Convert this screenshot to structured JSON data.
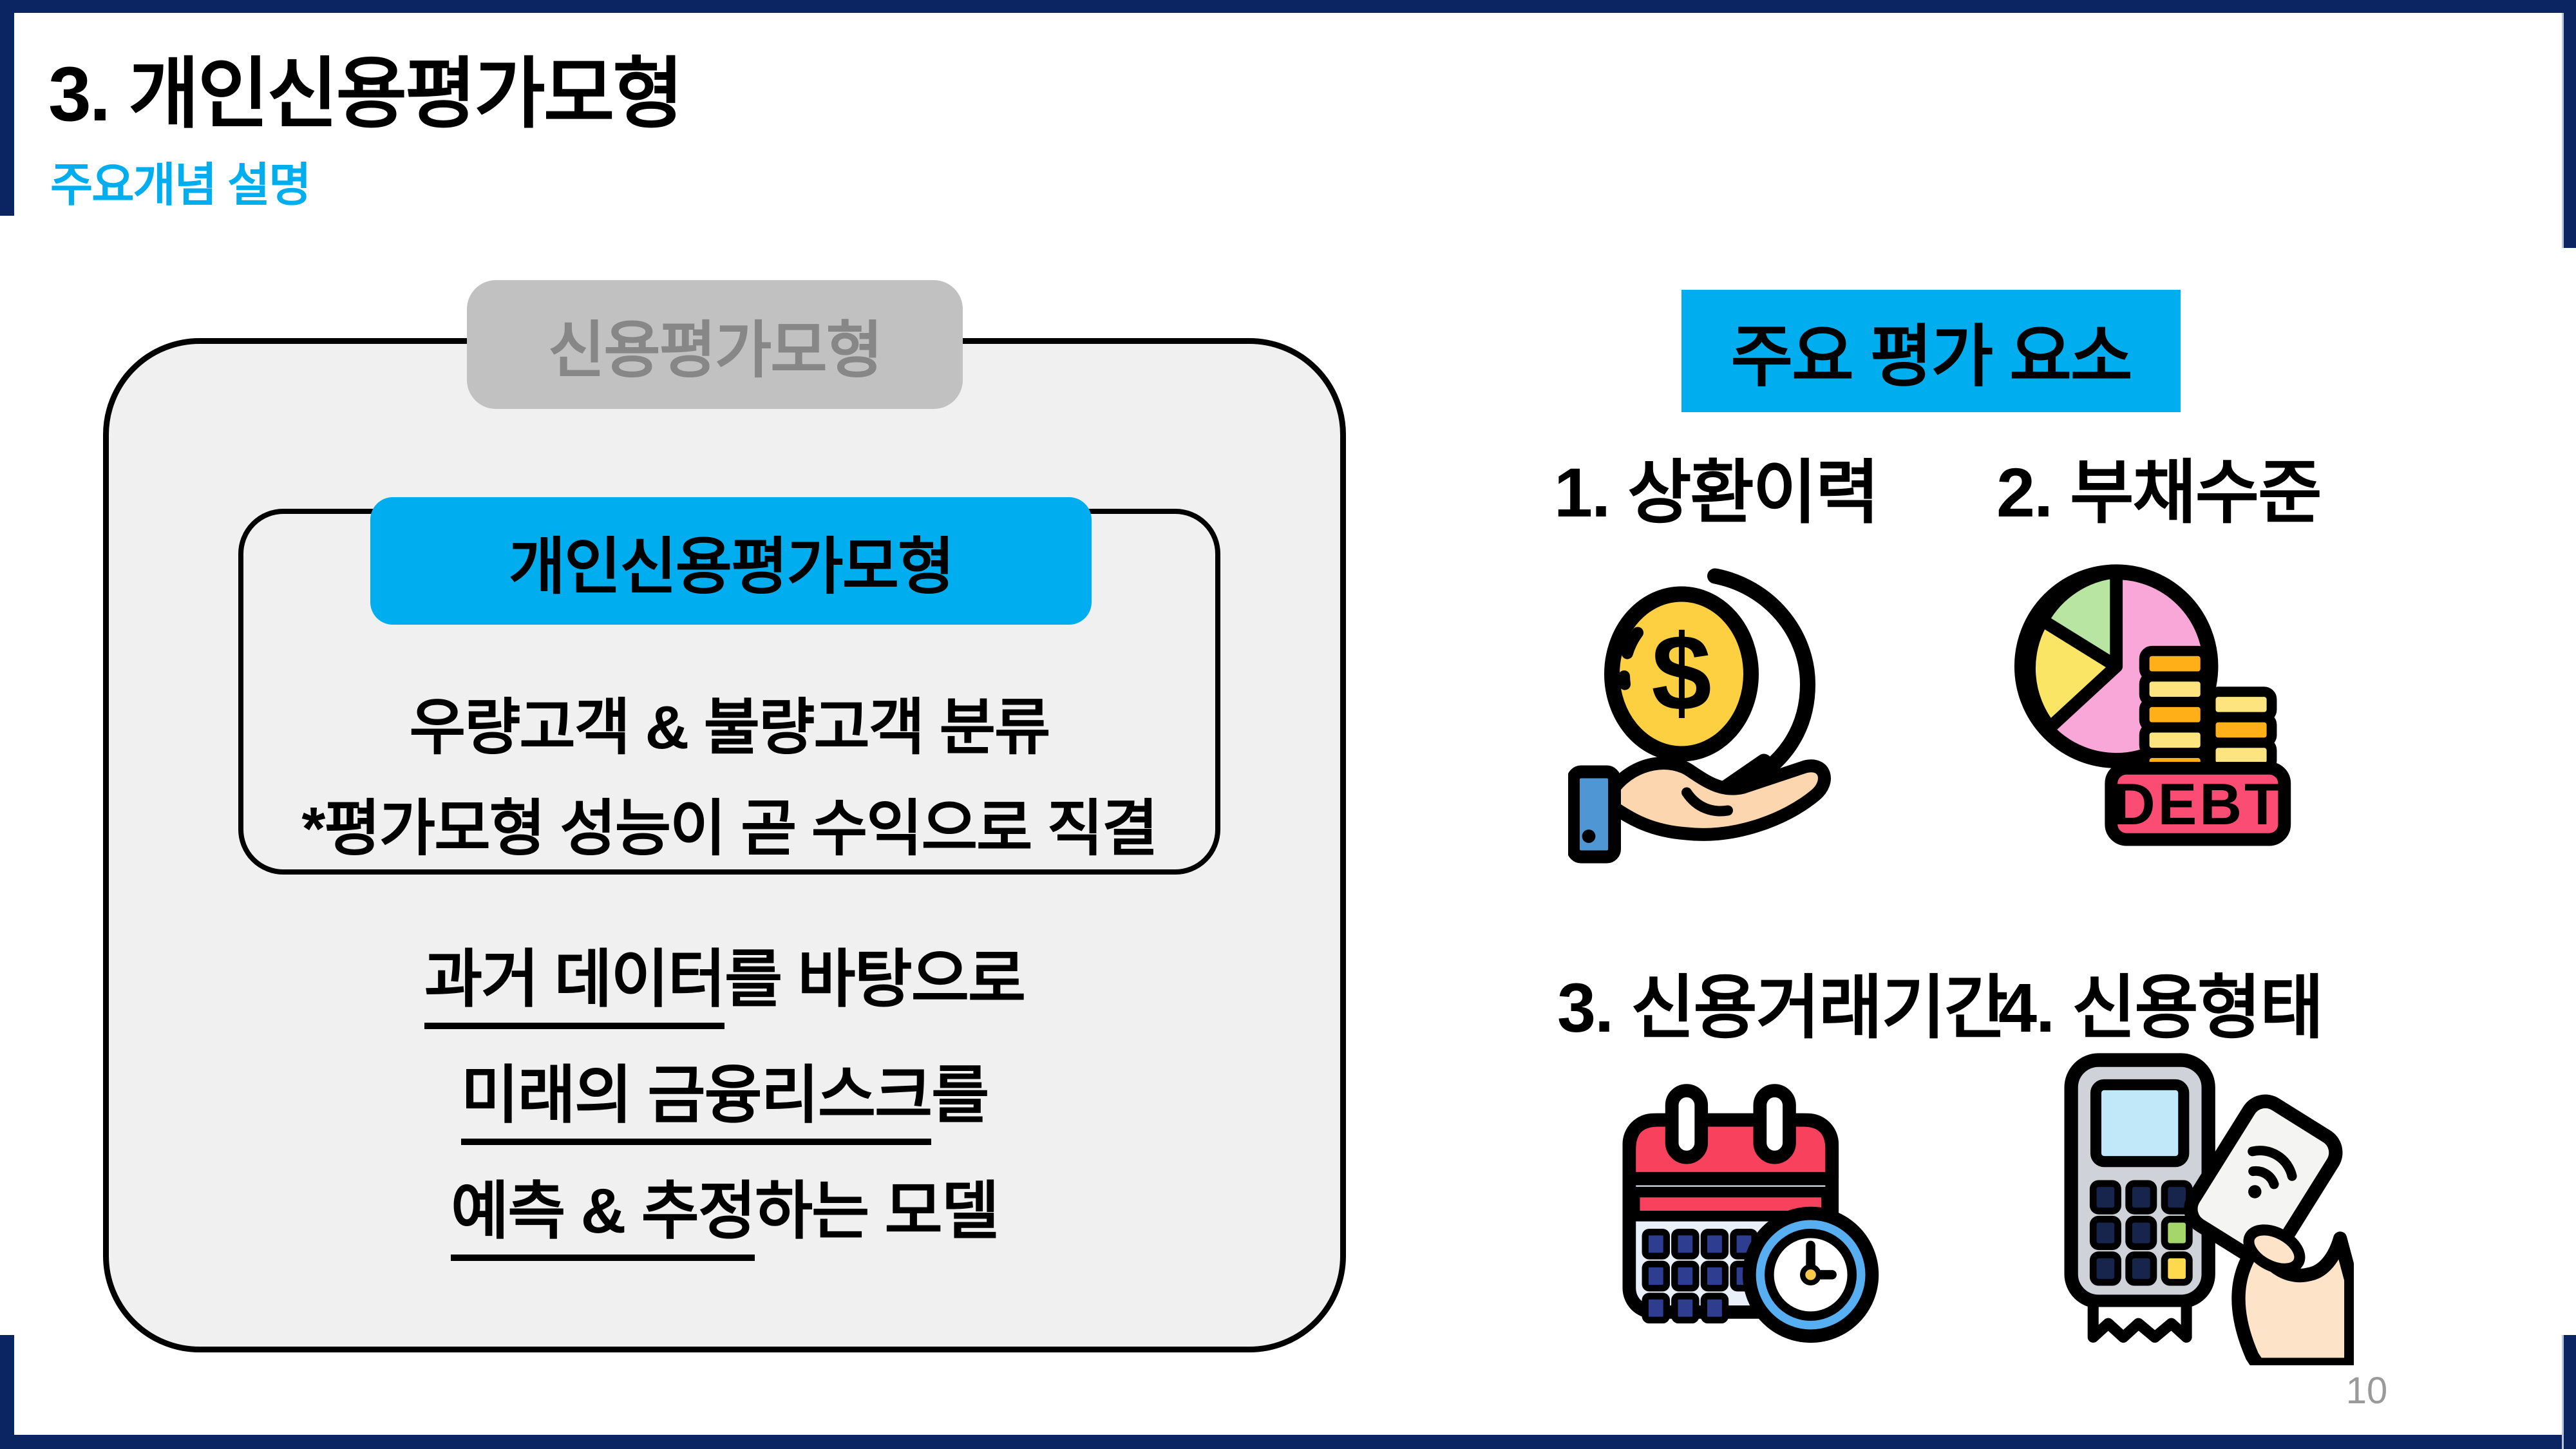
{
  "slide": {
    "title": "3. 개인신용평가모형",
    "subtitle": "주요개념 설명",
    "page_number": "10"
  },
  "concept_panel": {
    "outer_tag": "신용평가모형",
    "model_chip": "개인신용평가모형",
    "model_lines": [
      "우량고객 & 불량고객 분류",
      "*평가모형 성능이 곧 수익으로 직결"
    ],
    "definition_lines": [
      {
        "emphasis": "과거 데이터",
        "rest": "를 바탕으로"
      },
      {
        "emphasis": "미래의 금융리스크",
        "rest": "를"
      },
      {
        "emphasis": "예측 & 추정",
        "rest": "하는 모델"
      }
    ]
  },
  "factors_panel": {
    "header": "주요 평가 요소",
    "items": [
      {
        "label": "1. 상환이력",
        "icon": "coin-hand-icon",
        "coin_symbol": "$"
      },
      {
        "label": "2. 부채수준",
        "icon": "debt-pie-icon",
        "badge_text": "DEBT"
      },
      {
        "label": "3. 신용거래기간",
        "icon": "calendar-clock-icon"
      },
      {
        "label": "4. 신용형태",
        "icon": "card-terminal-icon"
      }
    ]
  },
  "colors": {
    "frame_navy": "#0b2562",
    "accent_cyan": "#00aeef",
    "panel_gray": "#f0f0f0",
    "tag_gray": "#c1c1c1",
    "tag_text_gray": "#878787",
    "pie_pink": "#f9a6d8",
    "pie_green": "#b8e5a2",
    "pie_yellow": "#fbe564",
    "debt_red": "#fb4d74",
    "calendar_red": "#f8415c",
    "coin_gold": "#fcd040",
    "page_number_gray": "#9a9a9a"
  }
}
